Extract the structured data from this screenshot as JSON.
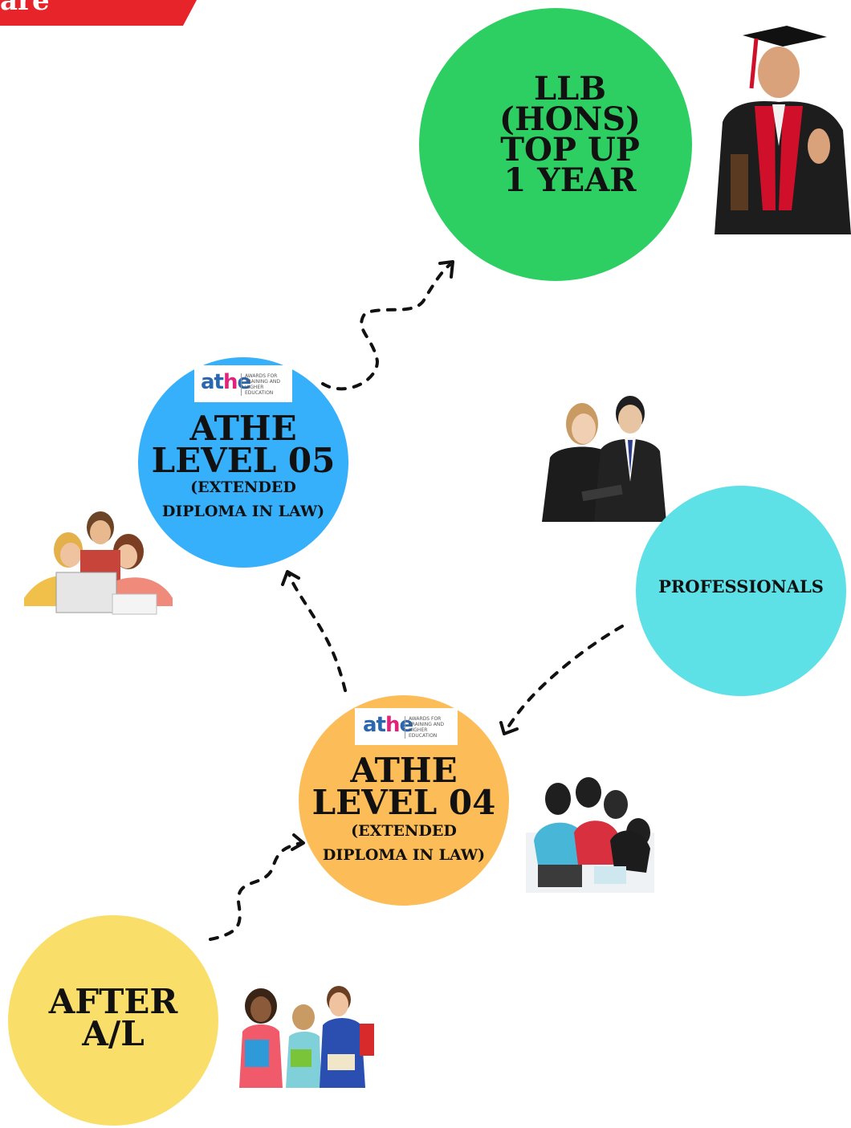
{
  "banner": {
    "text": "are",
    "color": "#e8242b"
  },
  "nodes": {
    "llb": {
      "lines": [
        "LLB",
        "(HONS)",
        "TOP UP",
        "1 YEAR"
      ],
      "color": "#2ecf62"
    },
    "level05": {
      "title_1": "ATHE",
      "title_2": "LEVEL 05",
      "sub_1": "(EXTENDED",
      "sub_2": "DIPLOMA IN LAW)",
      "color": "#36b0fb"
    },
    "professionals": {
      "label": "PROFESSIONALS",
      "color": "#5de0e6"
    },
    "level04": {
      "title_1": "ATHE",
      "title_2": "LEVEL 04",
      "sub_1": "(EXTENDED",
      "sub_2": "DIPLOMA IN LAW)",
      "color": "#fcbd58"
    },
    "after_al": {
      "line_1": "AFTER",
      "line_2": "A/L",
      "color": "#f9df6a"
    }
  },
  "logo": {
    "word_a": "at",
    "word_h": "h",
    "word_e": "e",
    "tag_1": "AWARDS FOR",
    "tag_2": "TRAINING AND",
    "tag_3": "HIGHER EDUCATION"
  },
  "icons": [
    "graduate-photo",
    "business-people-photo",
    "students-laptop-photo",
    "study-group-photo",
    "students-books-photo",
    "dashed-arrow-icon"
  ]
}
